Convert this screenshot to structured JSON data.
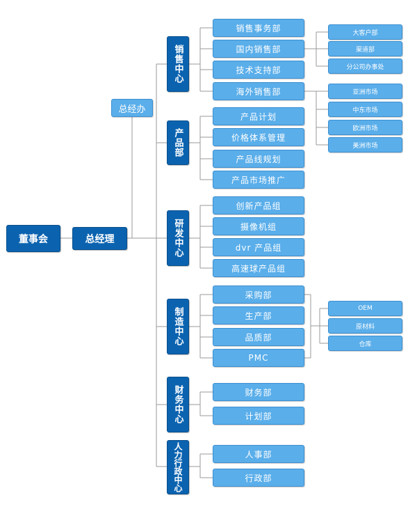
{
  "board": "董事会",
  "gm": "总经理",
  "office": "总经办",
  "centers": [
    {
      "name": "销售中心",
      "subs": [
        "销售事务部",
        "国内销售部",
        "技术支持部",
        "海外销售部"
      ]
    },
    {
      "name": "产品部",
      "subs": [
        "产品计划",
        "价格体系管理",
        "产品线规划",
        "产品市场推广"
      ]
    },
    {
      "name": "研发中心",
      "subs": [
        "创新产品组",
        "摄像机组",
        "dvr 产品组",
        "高速球产品组"
      ]
    },
    {
      "name": "制造中心",
      "subs": [
        "采购部",
        "生产部",
        "品质部",
        "PMC"
      ]
    },
    {
      "name": "财务中心",
      "subs": [
        "财务部",
        "计划部"
      ]
    },
    {
      "name": "人力行政中心",
      "subs": [
        "人事部",
        "行政部"
      ]
    }
  ],
  "domestic_sales_units": [
    "大客户部",
    "渠道部",
    "分公司办事处"
  ],
  "overseas_sales_units": [
    "亚洲市场",
    "中东市场",
    "欧洲市场",
    "美洲市场"
  ],
  "manufacturing_units": [
    "OEM",
    "原材料",
    "仓库"
  ]
}
